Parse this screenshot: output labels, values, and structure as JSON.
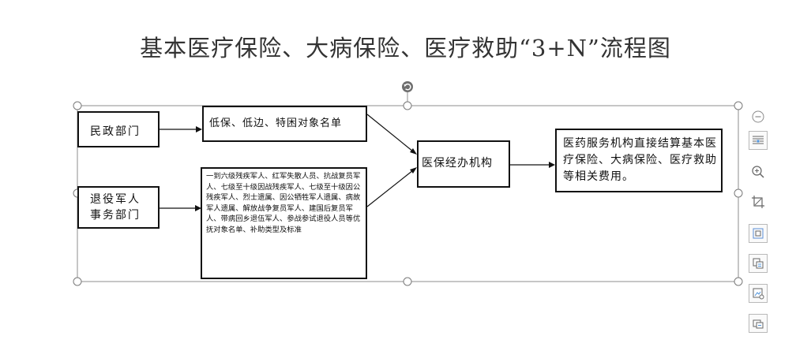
{
  "title": "基本医疗保险、大病保险、医疗救助“3+N”流程图",
  "flowchart": {
    "civil_affairs": "民政部门",
    "veterans_line1": "退役军人",
    "veterans_line2": "事务部门",
    "list_low_income": "低保、低边、特困对象名单",
    "list_veterans": "一到六级残疾军人、红军失散人员、抗战复员军人、七级至十级因战残疾军人、七级至十级因公残疾军人、烈士遗属、因公牺牲军人遗属、病故军人遗属、解放战争复员军人、建国后复员军人、带病回乡退伍军人、参战参试退役人员等优抚对象名单、补助类型及标准",
    "medical_insurance_agency": "医保经办机构",
    "settlement": "医药服务机构直接结算基本医疗保险、大病保险、医疗救助等相关费用。"
  },
  "editor_toolbar": {
    "icons": [
      "collapse-icon",
      "layout-options-icon",
      "zoom-in-icon",
      "crop-icon",
      "fit-frame-icon",
      "copy-image-icon",
      "replace-image-icon",
      "more-options-icon"
    ]
  },
  "colors": {
    "line": "#111111",
    "selection": "#8c8c8c",
    "toolbar_icon": "#666666"
  }
}
